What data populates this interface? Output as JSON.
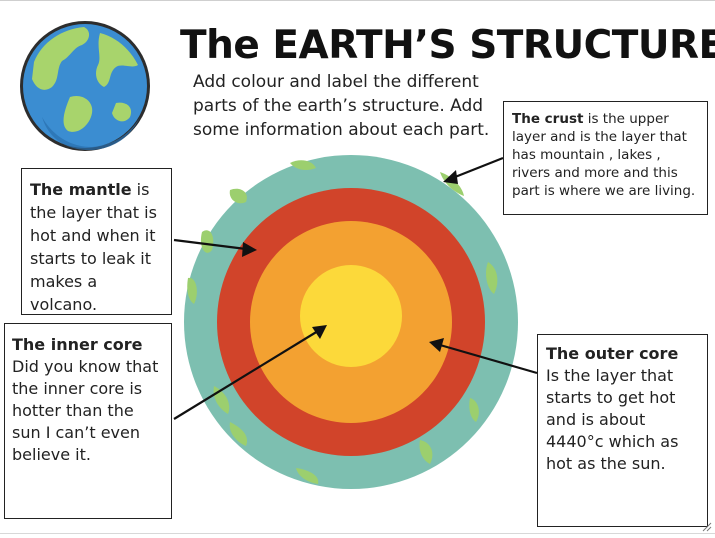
{
  "title": "The EARTH’S STRUCTURE",
  "instructions": "Add colour and label the different parts of the earth’s structure. Add some information about each part.",
  "colors": {
    "crust": "#7dbfb0",
    "mantle": "#d1442a",
    "outer_core": "#f3a131",
    "inner_core": "#fcd93a",
    "land_patches": "#9ccf6e",
    "globe_ocean": "#3b8dd1",
    "globe_land": "#a8d46c"
  },
  "labels": {
    "crust": {
      "heading": "The crust",
      "text": " is the upper layer and is the layer that has mountain , lakes , rivers and more and this part is where we are living."
    },
    "mantle": {
      "heading": "The mantle",
      "text": " is the layer that is hot and when it starts to leak it makes a volcano."
    },
    "inner_core": {
      "heading": "The inner core",
      "text": "Did you know that the inner core is hotter than the sun I can’t even believe it."
    },
    "outer_core": {
      "heading": "The outer core",
      "text": "Is the layer that starts to get hot and is about 4440°c  which as hot as the sun."
    }
  },
  "icons": {
    "globe": "earth-globe-icon",
    "resize": "resize-grip-icon"
  }
}
